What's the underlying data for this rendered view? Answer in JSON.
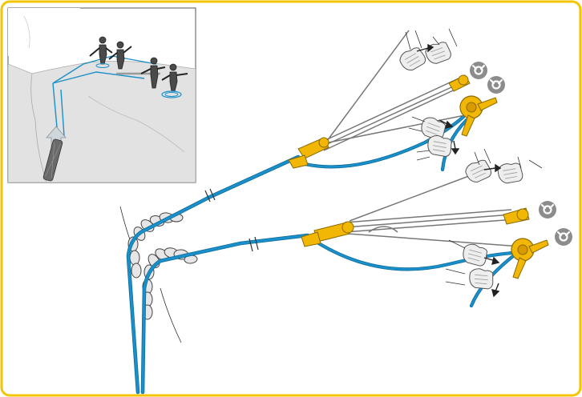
{
  "frame": {
    "border_color": "#f2c500",
    "background": "#ffffff"
  },
  "colors": {
    "rope": "#1a8fc9",
    "rope_dark": "#0d6e9e",
    "hardware_yellow": "#f2b705",
    "hardware_dark": "#8a6a00",
    "metal": "#9a9a9a",
    "glove": "#eeeeee",
    "badge": "#8c8c8c",
    "inset_rock": "#e2e2e2",
    "line": "#333333"
  },
  "inset": {
    "view": "overview-rescue-scene",
    "people_count": 4,
    "haul_direction_arrow": "up-arrow-icon"
  },
  "systems": [
    {
      "name": "upper-hauling-system",
      "badges": [
        "rotate-icon",
        "rotate-icon"
      ]
    },
    {
      "name": "lower-hauling-system",
      "badges": [
        "rotate-icon",
        "rotate-icon"
      ]
    }
  ],
  "icons": [
    "rotate-icon",
    "hand-glove-icon",
    "pulley-icon",
    "rope-grab-icon",
    "carabiner-icon",
    "pull-arrow-icon",
    "rope-break-icon"
  ]
}
